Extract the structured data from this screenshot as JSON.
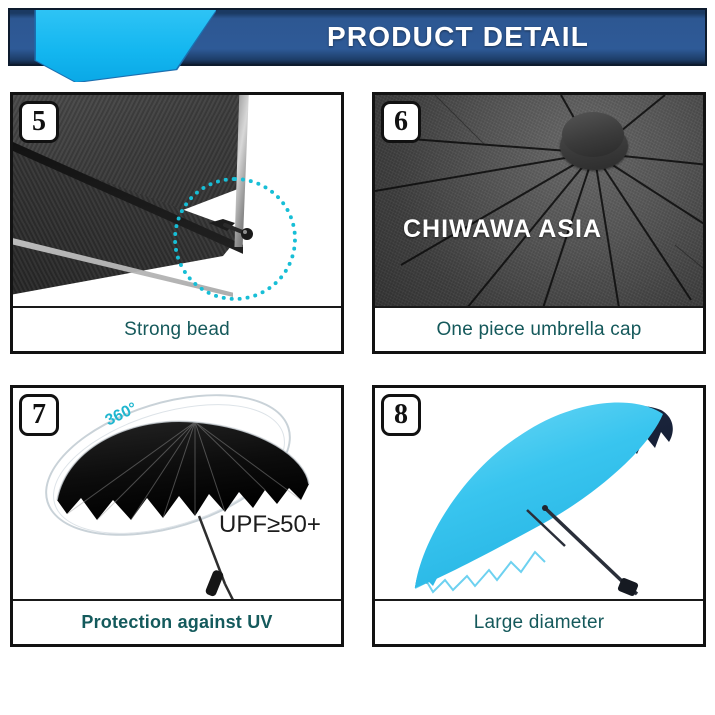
{
  "header": {
    "title": "PRODUCT DETAIL",
    "bar_color": "#2d5792",
    "accent_color": "#14b7f0",
    "title_color": "#ffffff"
  },
  "theme": {
    "caption_color": "#15595b",
    "border_color": "#121212",
    "highlight_cyan": "#17bed6",
    "umbrella_blue": "#36c3ee",
    "umbrella_navy": "#141d31"
  },
  "panels": [
    {
      "number": "5",
      "caption": "Strong bead",
      "caption_bold": false,
      "highlight": "dotted-circle",
      "image_alt": "Close-up of dark umbrella canopy corner with metal bead tip"
    },
    {
      "number": "6",
      "caption": "One piece umbrella cap",
      "caption_bold": false,
      "watermark": "CHIWAWA ASIA",
      "image_alt": "Top-down view of umbrella cap on dark grey canopy"
    },
    {
      "number": "7",
      "caption": "Protection against UV",
      "caption_bold": true,
      "annotations": {
        "rotation_label": "360°",
        "upf_label": "UPF≥50+"
      },
      "image_alt": "Open black umbrella viewed from above at an angle"
    },
    {
      "number": "8",
      "caption": "Large diameter",
      "caption_bold": false,
      "image_alt": "Open umbrella with sky-blue top and dark navy underside"
    }
  ]
}
